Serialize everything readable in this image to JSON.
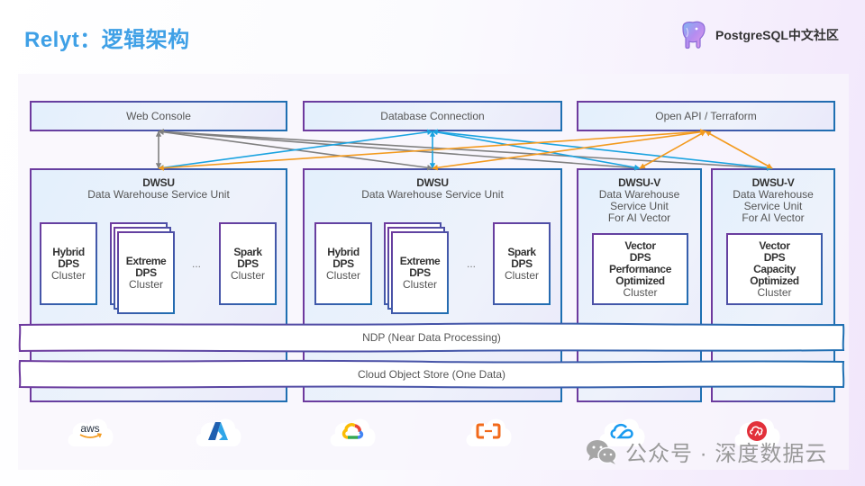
{
  "slide": {
    "title": "Relyt：逻辑架构",
    "brand": "PostgreSQL中文社区",
    "watermark": "公众号 · 深度数据云"
  },
  "access_layer": [
    {
      "id": "web-console",
      "label": "Web Console"
    },
    {
      "id": "database-connection",
      "label": "Database Connection"
    },
    {
      "id": "open-api",
      "label": "Open API / Terraform"
    }
  ],
  "units": [
    {
      "name": "DWSU",
      "subtitle": [
        "Data Warehouse Service Unit"
      ],
      "clusters": [
        {
          "bold": [
            "Hybrid",
            "DPS"
          ],
          "normal": "Cluster"
        },
        {
          "bold": [
            "Extreme",
            "DPS"
          ],
          "normal": "Cluster",
          "stacked": true
        },
        {
          "bold": [
            "Spark",
            "DPS"
          ],
          "normal": "Cluster"
        }
      ],
      "ellipsis": "..."
    },
    {
      "name": "DWSU",
      "subtitle": [
        "Data Warehouse Service Unit"
      ],
      "clusters": [
        {
          "bold": [
            "Hybrid",
            "DPS"
          ],
          "normal": "Cluster"
        },
        {
          "bold": [
            "Extreme",
            "DPS"
          ],
          "normal": "Cluster",
          "stacked": true
        },
        {
          "bold": [
            "Spark",
            "DPS"
          ],
          "normal": "Cluster"
        }
      ],
      "ellipsis": "..."
    },
    {
      "name": "DWSU-V",
      "subtitle": [
        "Data Warehouse",
        "Service Unit",
        "For AI Vector"
      ],
      "clusters": [
        {
          "bold": [
            "Vector",
            "DPS",
            "Performance",
            "Optimized"
          ],
          "normal": "Cluster"
        }
      ]
    },
    {
      "name": "DWSU-V",
      "subtitle": [
        "Data Warehouse",
        "Service Unit",
        "For AI Vector"
      ],
      "clusters": [
        {
          "bold": [
            "Vector",
            "DPS",
            "Capacity",
            "Optimized"
          ],
          "normal": "Cluster"
        }
      ]
    }
  ],
  "layers": {
    "ndp": "NDP (Near Data Processing)",
    "storage": "Cloud Object Store (One Data)"
  },
  "connections": [
    {
      "from": "web-console",
      "to": "unit-0",
      "color": "#808080"
    },
    {
      "from": "web-console",
      "to": "unit-1",
      "color": "#808080"
    },
    {
      "from": "web-console",
      "to": "unit-2",
      "color": "#808080"
    },
    {
      "from": "web-console",
      "to": "unit-3",
      "color": "#808080"
    },
    {
      "from": "database-connection",
      "to": "unit-0",
      "color": "#1aa3e0"
    },
    {
      "from": "database-connection",
      "to": "unit-1",
      "color": "#1aa3e0"
    },
    {
      "from": "database-connection",
      "to": "unit-2",
      "color": "#1aa3e0"
    },
    {
      "from": "database-connection",
      "to": "unit-3",
      "color": "#1aa3e0"
    },
    {
      "from": "open-api",
      "to": "unit-0",
      "color": "#f39a1e"
    },
    {
      "from": "open-api",
      "to": "unit-1",
      "color": "#f39a1e"
    },
    {
      "from": "open-api",
      "to": "unit-2",
      "color": "#f39a1e"
    },
    {
      "from": "open-api",
      "to": "unit-3",
      "color": "#f39a1e"
    }
  ],
  "cloud_providers": [
    {
      "name": "AWS",
      "icon": "aws-icon",
      "label": "aws"
    },
    {
      "name": "Azure",
      "icon": "azure-icon"
    },
    {
      "name": "Google Cloud",
      "icon": "google-cloud-icon"
    },
    {
      "name": "Alibaba Cloud",
      "icon": "alibaba-cloud-icon"
    },
    {
      "name": "Tencent Cloud",
      "icon": "tencent-cloud-icon"
    },
    {
      "name": "Huawei Cloud",
      "icon": "huawei-cloud-icon"
    }
  ],
  "colors": {
    "title": "#3fa0e6",
    "gray_arrow": "#808080",
    "blue_arrow": "#1aa3e0",
    "orange_arrow": "#f39a1e",
    "border_purple": "#6e3a9e",
    "border_blue": "#1f6fb2"
  }
}
